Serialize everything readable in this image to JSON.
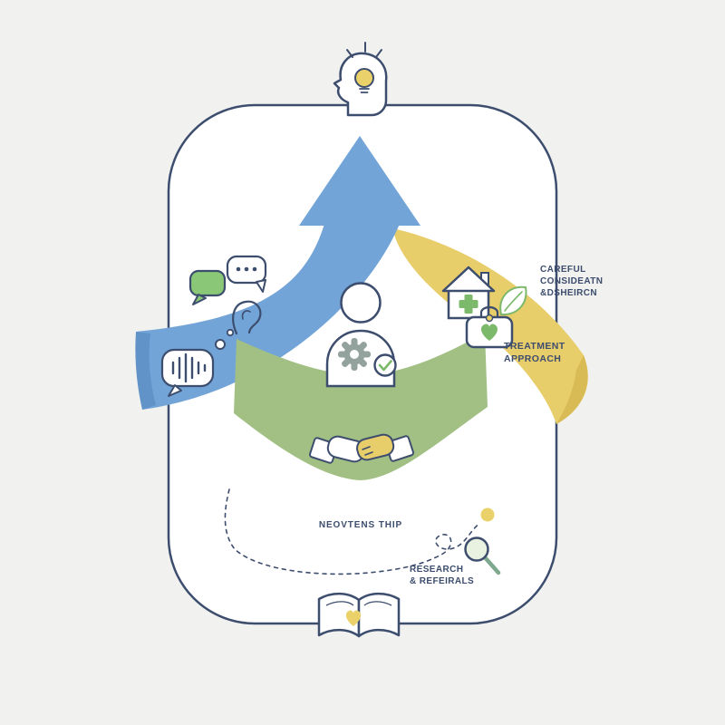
{
  "scene": {
    "background": "#f1f1ef",
    "card_fill": "#ffffff",
    "card_border": "#3d4d6e",
    "colors": {
      "blue_arrow": "#72a4d8",
      "yellow_ribbon": "#e8cd6b",
      "green_ribbon": "#a2c084",
      "accent_green": "#7cb96a",
      "navy_outline": "#3d4d6e",
      "bubble_green": "#8ac878",
      "gear_gray": "#93a29c"
    }
  },
  "labels": {
    "careful": {
      "line1": "CAREFUL",
      "line2": "CONSIDEATN",
      "line3": "&DSHEIRCN"
    },
    "treatment": {
      "line1": "TREATMENT",
      "line2": "APPROACH"
    },
    "partnership": {
      "line1": "NEOVTENS THIP"
    },
    "research": {
      "line1": "RESEARCH",
      "line2": "& REFEIRALS"
    }
  },
  "icons": [
    "idea-head-icon",
    "chat-bubble-green-icon",
    "chat-bubble-dots-icon",
    "ear-icon",
    "voice-wave-bubble-icon",
    "person-icon",
    "gear-icon",
    "check-badge-icon",
    "handshake-icon",
    "house-medical-icon",
    "leaf-icon",
    "medical-bag-heart-icon",
    "magnifier-icon",
    "open-book-heart-icon",
    "upward-blue-arrow",
    "yellow-ribbon",
    "green-ribbon",
    "dashed-journey-path",
    "yellow-waypoint-dot"
  ]
}
